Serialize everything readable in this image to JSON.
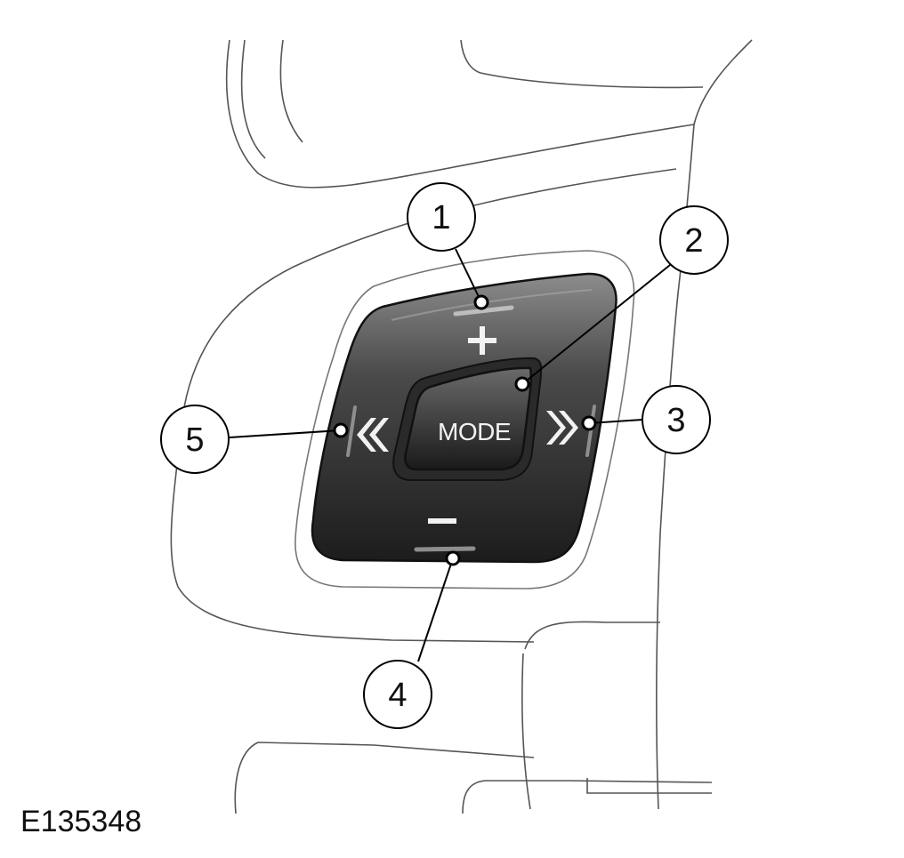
{
  "figure_id": "E135348",
  "mode_label": "MODE",
  "callouts": [
    {
      "number": "1",
      "target": "volume-up-button"
    },
    {
      "number": "2",
      "target": "mode-button"
    },
    {
      "number": "3",
      "target": "seek-forward-button"
    },
    {
      "number": "4",
      "target": "volume-down-button"
    },
    {
      "number": "5",
      "target": "seek-back-button"
    }
  ],
  "icons": {
    "volume_up": "plus-icon",
    "volume_down": "minus-icon",
    "seek_forward": "double-chevron-right-icon",
    "seek_back": "double-chevron-left-icon"
  }
}
